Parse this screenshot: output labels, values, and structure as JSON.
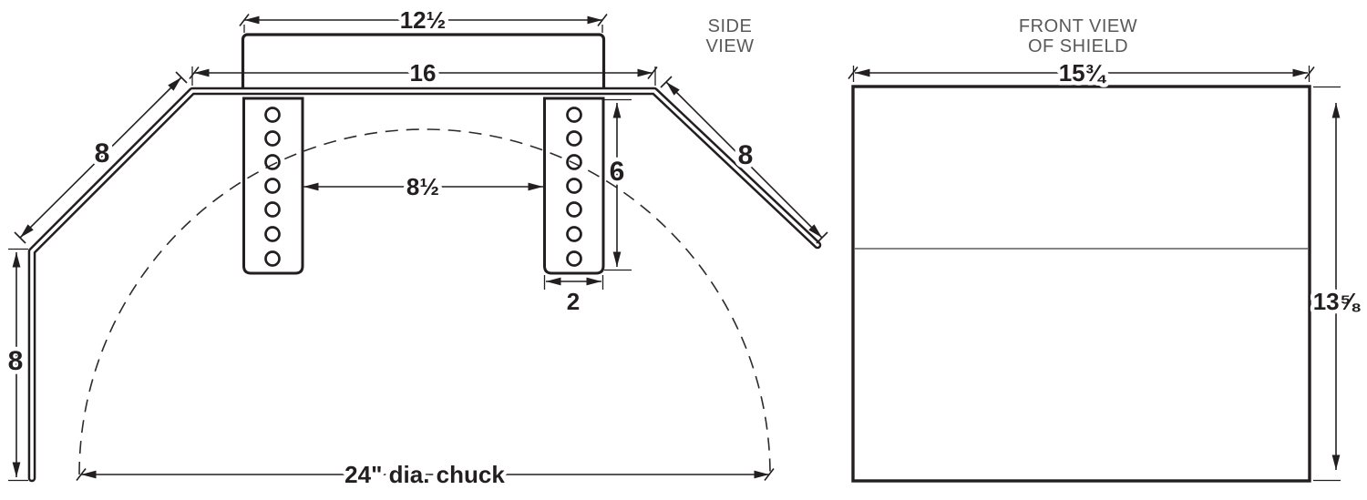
{
  "side_view": {
    "title_line1": "SIDE",
    "title_line2": "VIEW",
    "dims": {
      "shield_width": "12½",
      "frame_width": "16",
      "left_wing_length": "8",
      "right_wing_length": "8",
      "left_drop_length": "8",
      "bracket_gap": "8½",
      "bracket_height": "6",
      "bracket_width": "2",
      "chuck_diameter": "24\" dia. chuck"
    }
  },
  "front_view": {
    "title_line1": "FRONT VIEW",
    "title_line2": "OF SHIELD",
    "dims": {
      "shield_width": "15¾",
      "shield_height": "13⅝"
    }
  },
  "colors": {
    "line": "#231f20",
    "title_text": "#58595b",
    "background": "#ffffff"
  }
}
